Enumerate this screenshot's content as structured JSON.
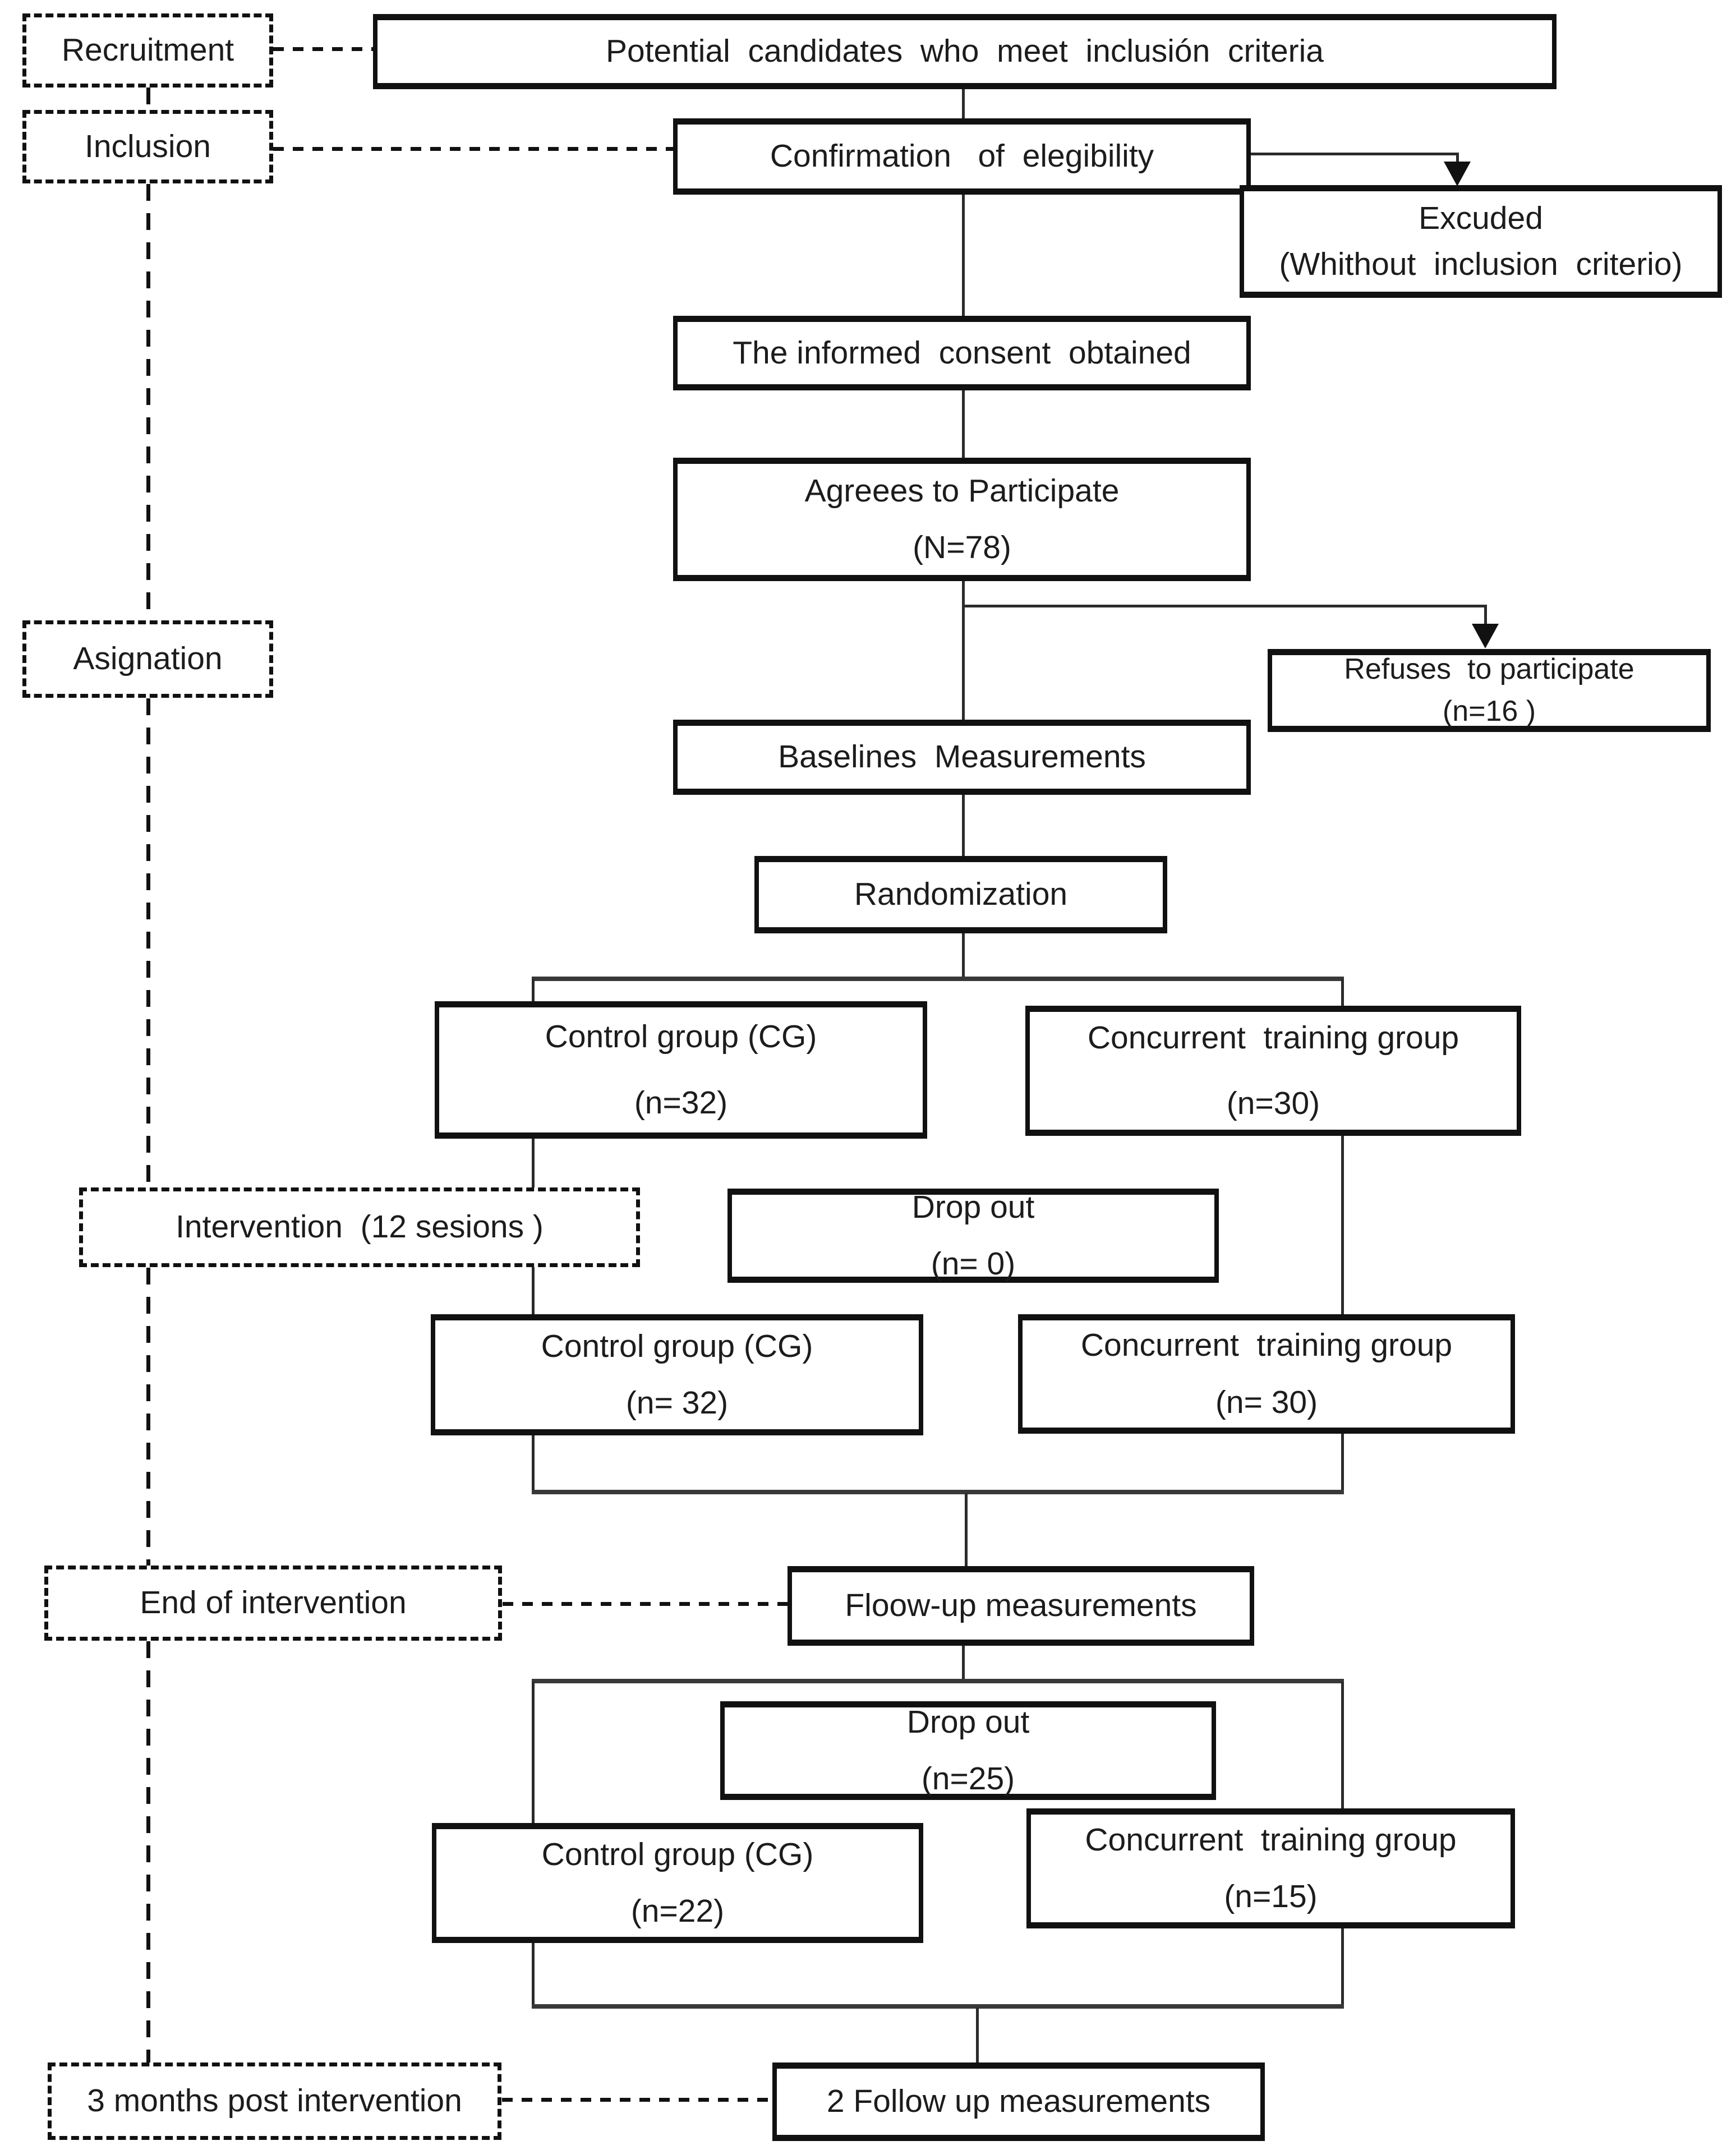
{
  "figure": {
    "type": "consort-flow-diagram",
    "background": "#ffffff",
    "line_color": "#111111",
    "text_color": "#1c1c1c"
  },
  "phases": {
    "recruitment": "Recruitment",
    "inclusion": "Inclusion",
    "asignation": "Asignation",
    "intervention": "Intervention  (12 sesions )",
    "end_of_intervention": "End of intervention",
    "three_months_post": "3 months post intervention"
  },
  "nodes": {
    "potential": "Potential  candidates  who  meet  inclusión  criteria",
    "confirmation": "Confirmation   of  elegibility",
    "excluded": {
      "line1": "Excuded",
      "line2": "(Whithout  inclusion  criterio)"
    },
    "consent": "The informed  consent  obtained",
    "agrees": {
      "line1": "Agreees to Participate",
      "line2": "(N=78)"
    },
    "refuses": {
      "line1": "Refuses  to participate",
      "line2": "(n=16 )"
    },
    "baselines": "Baselines  Measurements",
    "randomization": "Randomization",
    "control_1": {
      "line1": "Control group (CG)",
      "line2": "(n=32)"
    },
    "concurrent_1": {
      "line1": "Concurrent  training group",
      "line2": "(n=30)"
    },
    "dropout_1": {
      "line1": "Drop out",
      "line2": "(n= 0)"
    },
    "control_2": {
      "line1": "Control group (CG)",
      "line2": "(n= 32)"
    },
    "concurrent_2": {
      "line1": "Concurrent  training group",
      "line2": "(n= 30)"
    },
    "followup_measurements": "Floow-up measurements",
    "dropout_2": {
      "line1": "Drop out",
      "line2": "(n=25)"
    },
    "control_3": {
      "line1": "Control group (CG)",
      "line2": "(n=22)"
    },
    "concurrent_3": {
      "line1": "Concurrent  training group",
      "line2": "(n=15)"
    },
    "second_followup": "2 Follow up measurements"
  }
}
